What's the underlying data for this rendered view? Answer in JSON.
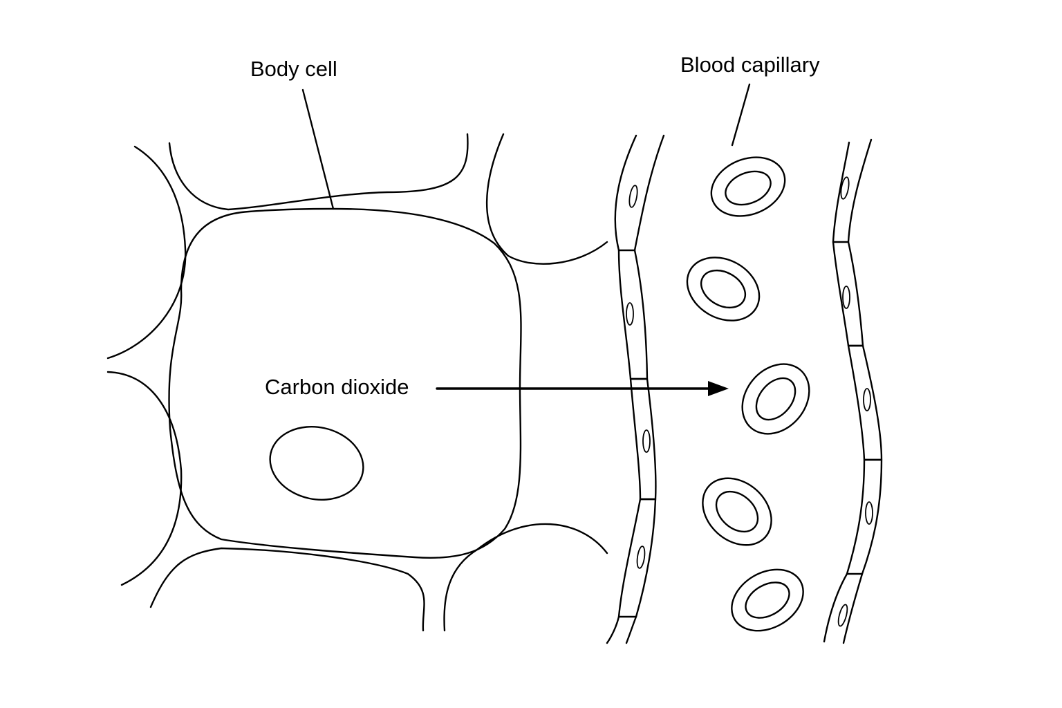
{
  "labels": {
    "body_cell": "Body cell",
    "blood_capillary": "Blood capillary",
    "carbon_dioxide": "Carbon dioxide"
  },
  "colors": {
    "stroke": "#000000",
    "background": "#ffffff"
  }
}
